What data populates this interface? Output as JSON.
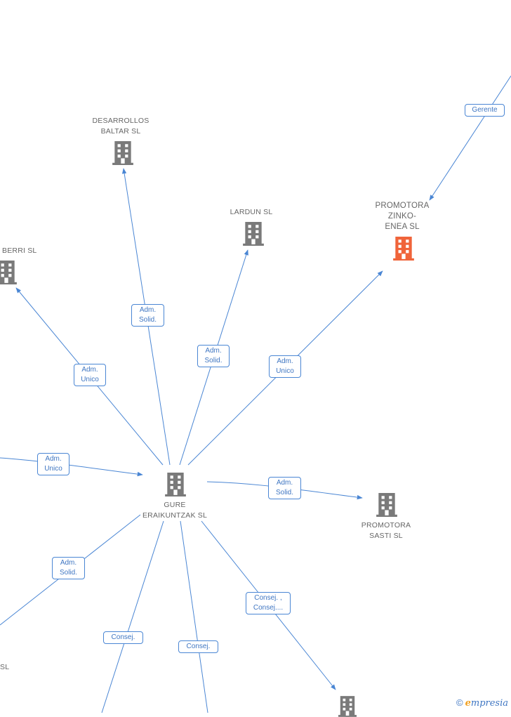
{
  "nodes": {
    "desarrollos": [
      "DESARROLLOS",
      "BALTAR SL"
    ],
    "lardun": [
      "LARDUN SL"
    ],
    "promotora_zinko": [
      "PROMOTORA",
      "ZINKO-",
      "ENEA SL"
    ],
    "berri": [
      "BERRI SL"
    ],
    "gure": [
      "GURE",
      "ERAIKUNTZAK SL"
    ],
    "promotora_sasti": [
      "PROMOTORA",
      "SASTI SL"
    ],
    "sl_left": [
      "SL"
    ]
  },
  "edge_labels": {
    "gerente": [
      "Gerente"
    ],
    "desarrollos": [
      "Adm.",
      "Solid."
    ],
    "lardun": [
      "Adm.",
      "Solid."
    ],
    "zinko": [
      "Adm.",
      "Unico"
    ],
    "berri": [
      "Adm.",
      "Unico"
    ],
    "left_in": [
      "Adm.",
      "Unico"
    ],
    "sasti": [
      "Adm.",
      "Solid."
    ],
    "lower_left": [
      "Adm.",
      "Solid."
    ],
    "consej_a": [
      "Consej."
    ],
    "consej_b": [
      "Consej."
    ],
    "consej_c": [
      "Consej. ,",
      "Consej...."
    ]
  },
  "colors": {
    "edge": "#4a86d4",
    "building": "#7a7a7a",
    "highlight": "#f0643a"
  },
  "icons": {
    "company": "building-icon"
  },
  "logo": {
    "copyright": "©",
    "first_letter": "e",
    "rest": "mpresia"
  }
}
